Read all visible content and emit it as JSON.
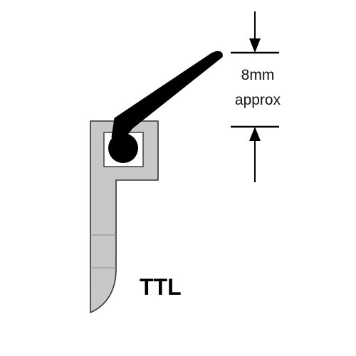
{
  "diagram": {
    "dimension": {
      "value_label": "8mm",
      "qualifier_label": "approx"
    },
    "model_label": "TTL",
    "colors": {
      "profile_fill": "#c8c8c8",
      "outline": "#333333",
      "seal": "#000000",
      "background": "#ffffff"
    }
  }
}
